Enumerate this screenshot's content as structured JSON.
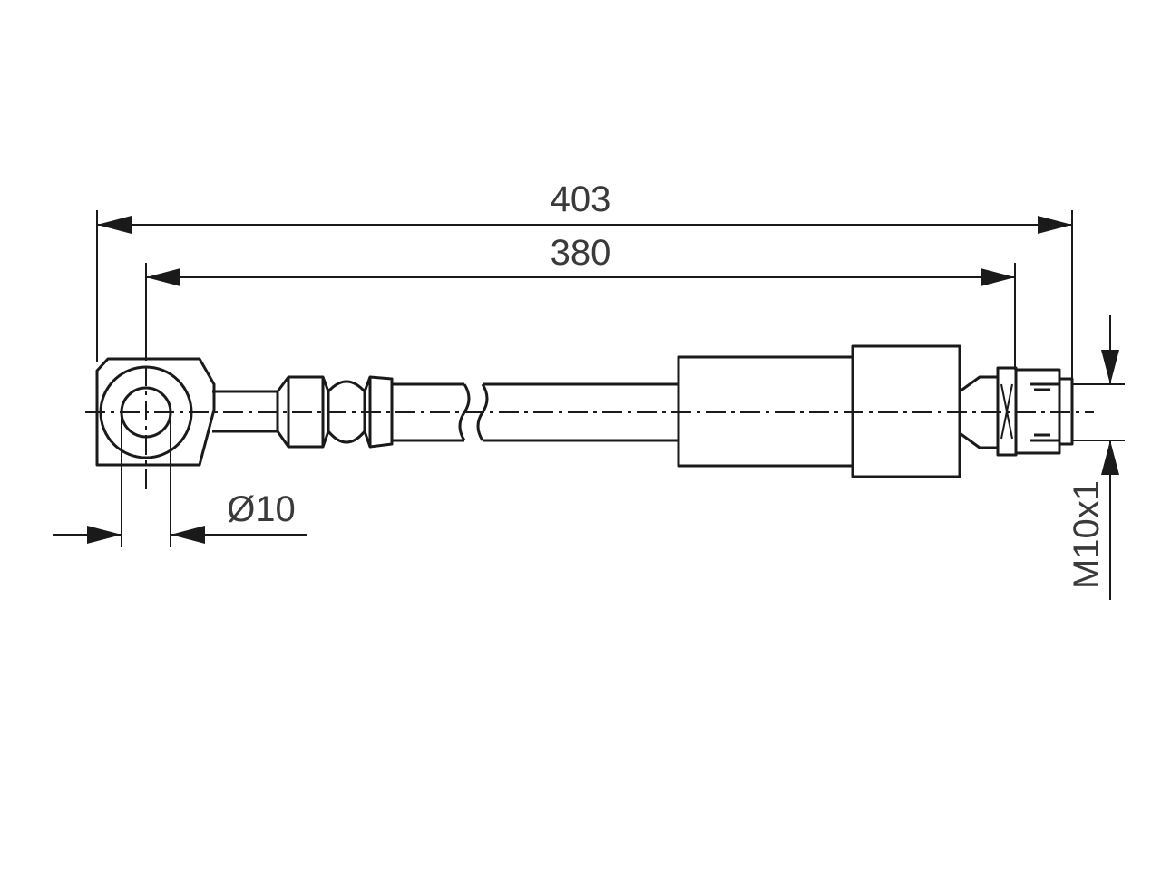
{
  "dimensions": {
    "overall_length": "403",
    "hose_length": "380",
    "eye_diameter": "Ø10",
    "thread": "M10x1"
  },
  "colors": {
    "line": "#1a1a1a",
    "text": "#3a3a3a",
    "background": "#ffffff"
  }
}
